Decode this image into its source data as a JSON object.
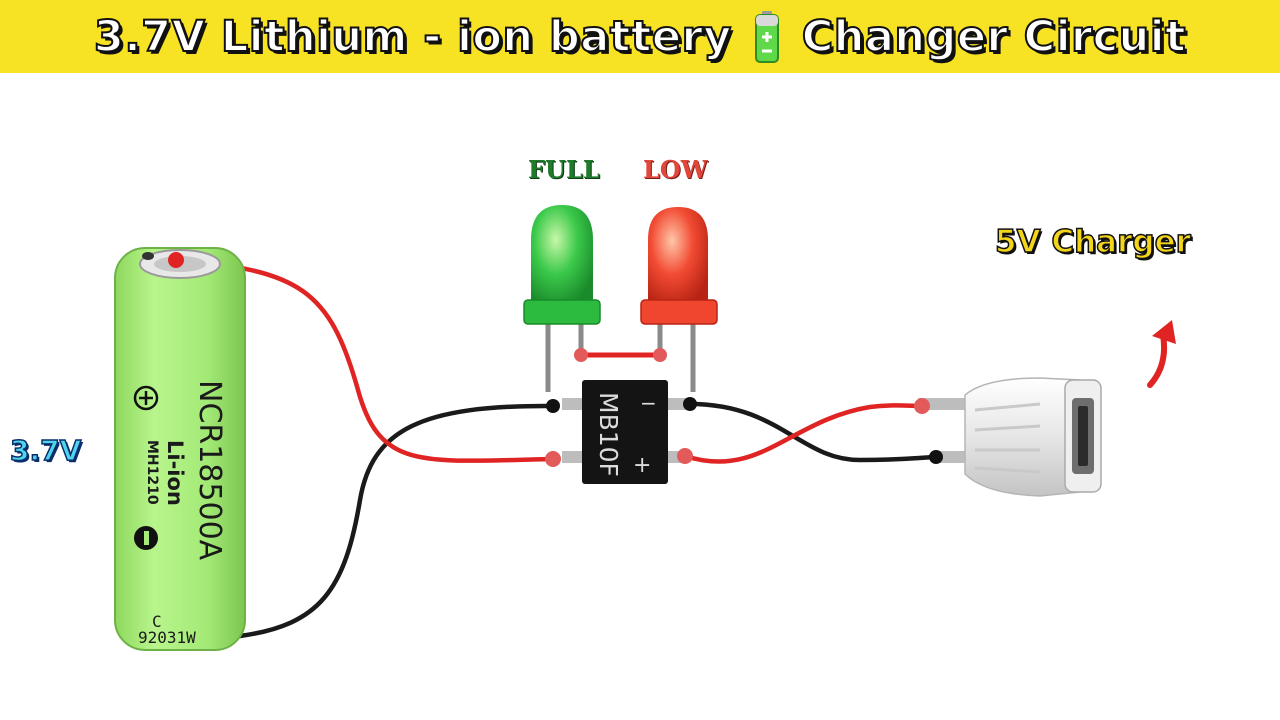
{
  "header": {
    "title_left": "3.7V Lithium - ion battery",
    "title_right": "Changer Circuit"
  },
  "labels": {
    "full": "FULL",
    "low": "LOW",
    "charger": "5V Charger",
    "voltage": "3.7V"
  },
  "battery": {
    "model": "NCR18500A",
    "chemistry": "Li-ion",
    "code": "MH1210",
    "batch_letter": "C",
    "batch_no": "92031W",
    "plus": "+",
    "minus": "−"
  },
  "chip": {
    "text": "MB10F",
    "minus": "−",
    "plus": "+"
  },
  "colors": {
    "banner": "#f7e324",
    "wire_red": "#e02424",
    "wire_black": "#1a1a1a",
    "battery_green": "#a6ec78",
    "led_green": "#3bc94a",
    "led_red": "#f24b33"
  },
  "icons": {
    "battery_emoji": "battery-icon",
    "arrow": "curved-arrow-icon"
  }
}
